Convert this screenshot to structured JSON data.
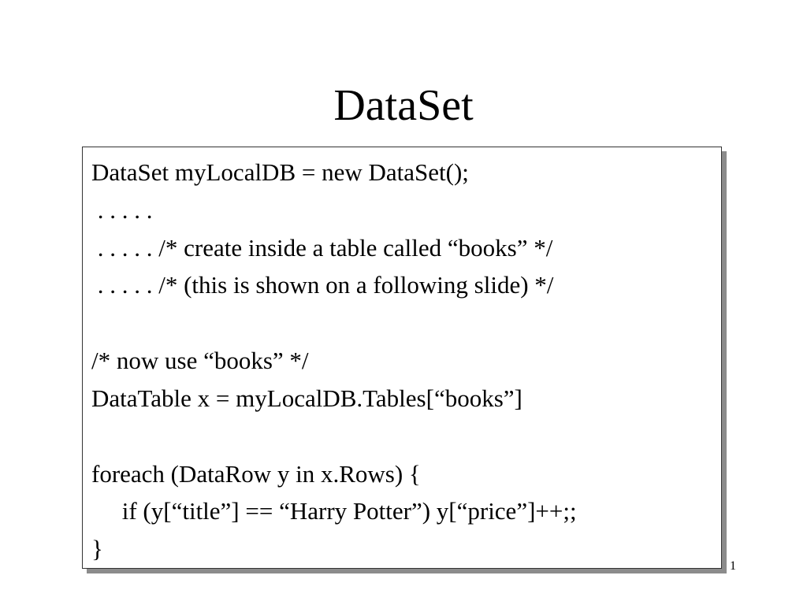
{
  "slide": {
    "title": "DataSet",
    "code_lines": [
      "DataSet myLocalDB = new DataSet();",
      " . . . . .",
      " . . . . . /* create inside a table called “books” */",
      " . . . . . /* (this is shown on a following slide) */",
      "",
      "/* now use “books” */",
      "DataTable x = myLocalDB.Tables[“books”]",
      "",
      "foreach (DataRow y in x.Rows) {",
      "     if (y[“title”] == “Harry Potter”) y[“price”]++;;",
      "}"
    ],
    "page_number": "1"
  }
}
